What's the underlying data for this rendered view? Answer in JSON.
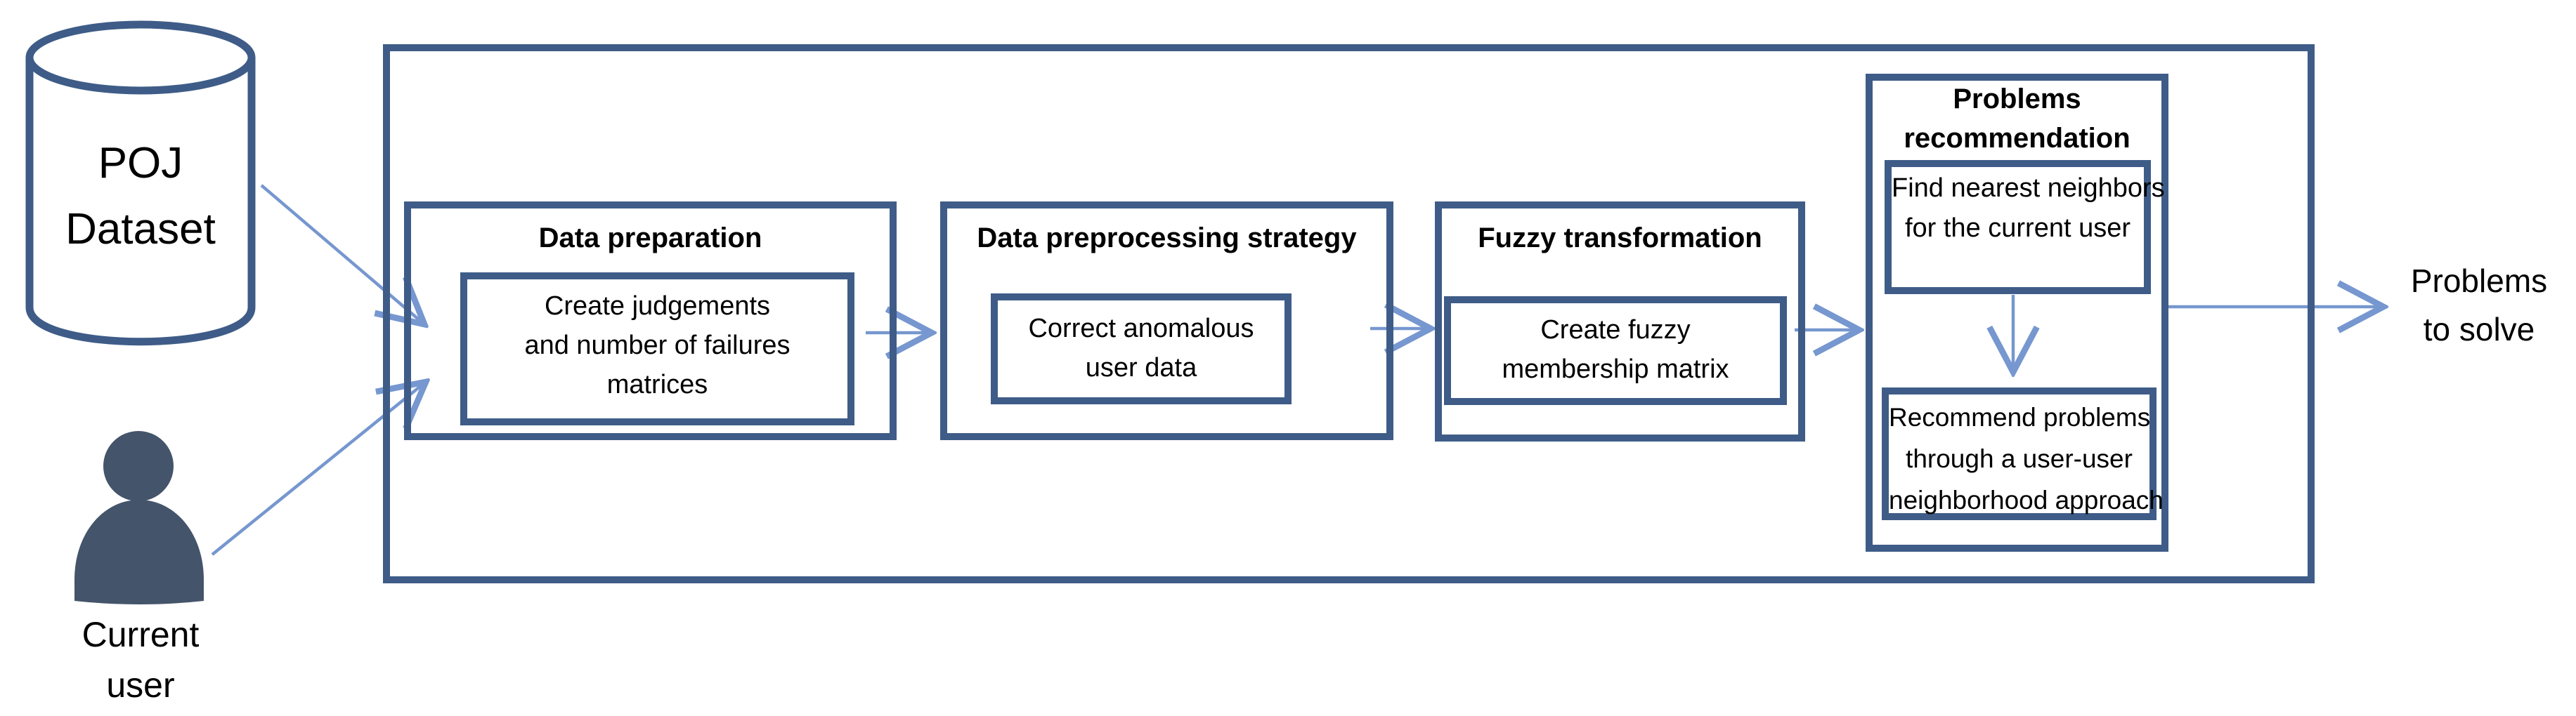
{
  "colors": {
    "box_border": "#3e5c87",
    "arrow": "#7697cf",
    "user_icon_fill": "#44546a",
    "text": "#000000"
  },
  "sources": {
    "poj_dataset": {
      "label": [
        "POJ",
        "Dataset"
      ],
      "icon": "database-cylinder-icon"
    },
    "current_user": {
      "label": [
        "Current",
        "user"
      ],
      "icon": "person-icon"
    }
  },
  "stages": {
    "data_preparation": {
      "title": "Data preparation",
      "step": [
        "Create judgements",
        "and number of failures",
        "matrices"
      ]
    },
    "data_preprocessing": {
      "title": "Data preprocessing strategy",
      "step": [
        "Correct anomalous",
        "user data"
      ]
    },
    "fuzzy_transformation": {
      "title": "Fuzzy transformation",
      "step": [
        "Create fuzzy",
        "membership matrix"
      ]
    },
    "problems_recommendation": {
      "title": [
        "Problems",
        "recommendation"
      ],
      "step_find": [
        "Find nearest neighbors",
        "for the current user"
      ],
      "step_recommend": [
        "Recommend problems",
        "through a user-user",
        "neighborhood approach"
      ]
    }
  },
  "output": {
    "label": [
      "Problems",
      "to solve"
    ]
  }
}
